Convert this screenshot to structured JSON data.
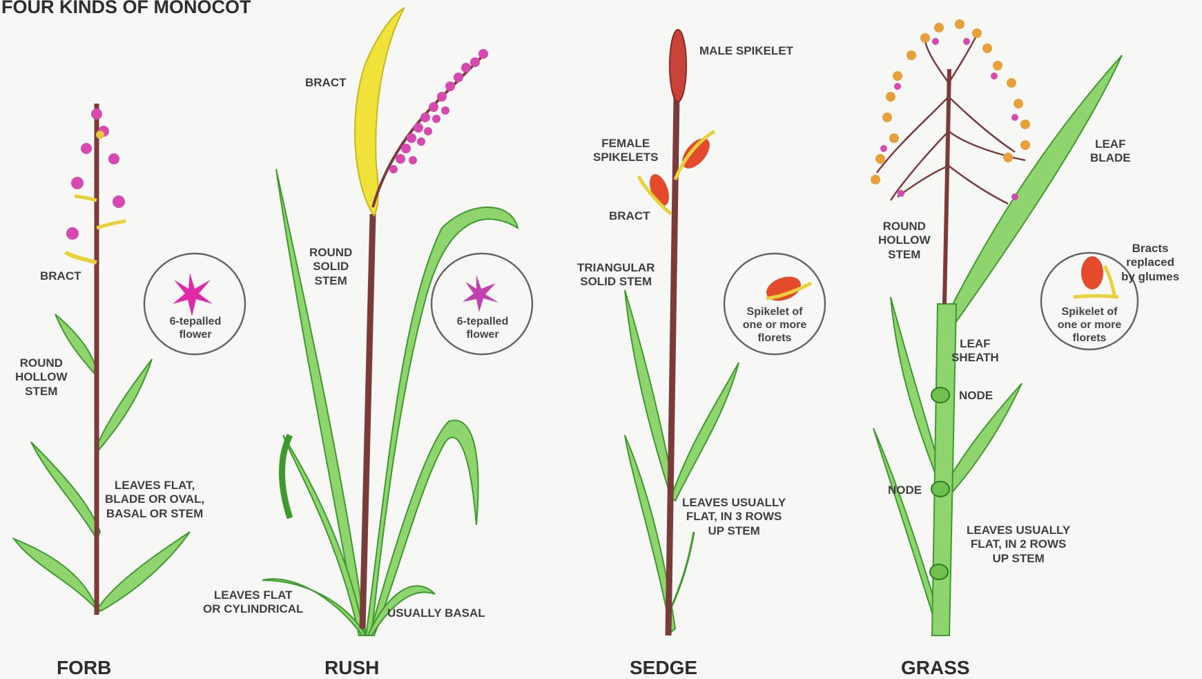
{
  "title": "FOUR KINDS OF MONOCOT",
  "plants": {
    "forb": {
      "name": "FORB",
      "bract": "BRACT",
      "stem": "ROUND\nHOLLOW\nSTEM",
      "leaves": "LEAVES FLAT,\nBLADE OR OVAL,\nBASAL OR STEM",
      "inset": "6-tepalled\nflower"
    },
    "rush": {
      "name": "RUSH",
      "bract": "BRACT",
      "stem": "ROUND\nSOLID\nSTEM",
      "leaves": "LEAVES FLAT\nOR CYLINDRICAL",
      "basal": "USUALLY BASAL",
      "inset": "6-tepalled\nflower"
    },
    "sedge": {
      "name": "SEDGE",
      "male": "MALE SPIKELET",
      "female": "FEMALE\nSPIKELETS",
      "bract": "BRACT",
      "stem": "TRIANGULAR\nSOLID STEM",
      "leaves": "LEAVES USUALLY\nFLAT, IN 3 ROWS\nUP STEM",
      "inset": "Spikelet of\none or more\nflorets"
    },
    "grass": {
      "name": "GRASS",
      "stem": "ROUND\nHOLLOW\nSTEM",
      "blade": "LEAF\nBLADE",
      "sheath": "LEAF\nSHEATH",
      "node1": "NODE",
      "node2": "NODE",
      "leaves": "LEAVES USUALLY\nFLAT, IN 2 ROWS\nUP STEM",
      "bracts": "Bracts\nreplaced\nby glumes",
      "inset": "Spikelet of\none or more\nflorets"
    }
  }
}
